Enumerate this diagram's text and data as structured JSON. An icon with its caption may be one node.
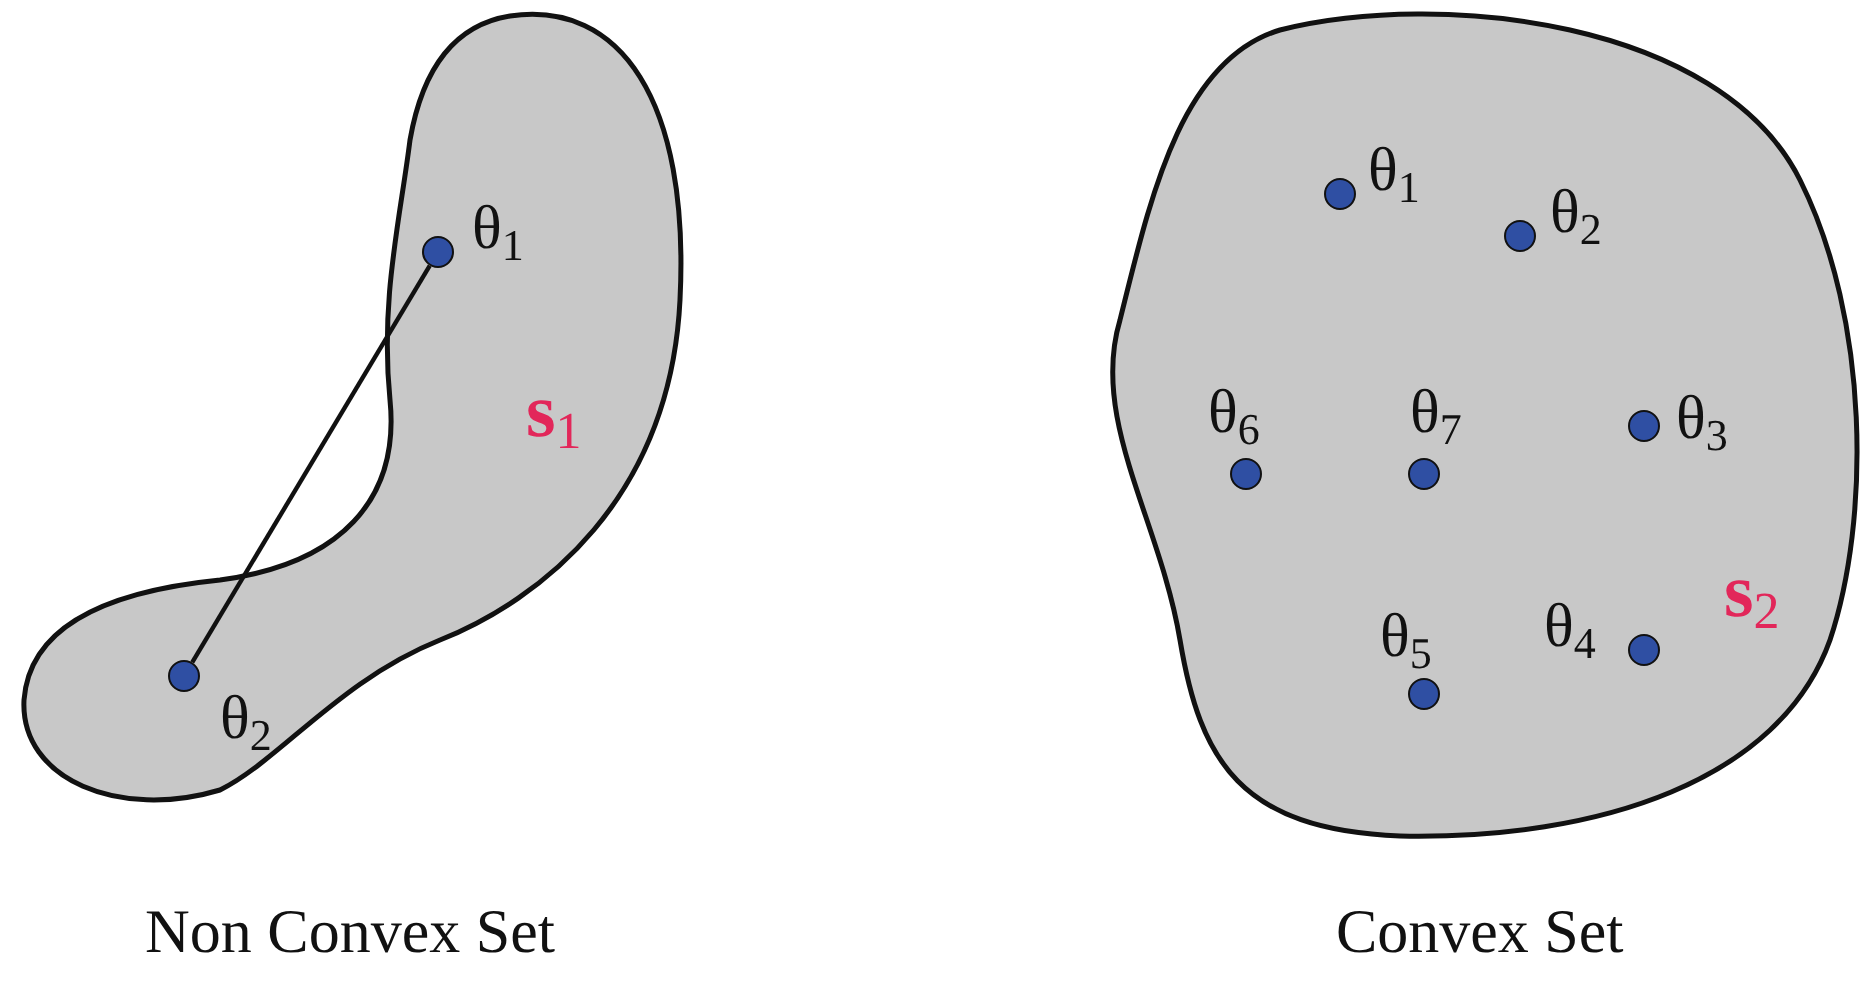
{
  "diagram": {
    "nodes": [
      {
        "text": [
          "**s**$_{1}$"
        ],
        "beside": [
          "Non Convex Set"
        ]
      },
      {
        "text": [],
        "shape": "circle",
        "in": 0,
        "beside": [
          "θ$_{1}$"
        ]
      },
      {
        "text": [],
        "shape": "circle",
        "in": 0,
        "beside": [
          "θ$_{2}$"
        ]
      },
      {
        "text": [
          "**s**$_{2}$"
        ],
        "beside": [
          "Convex Set"
        ]
      },
      {
        "text": [],
        "shape": "circle",
        "in": 3,
        "beside": [
          "θ$_{1}$"
        ]
      },
      {
        "text": [],
        "shape": "circle",
        "in": 3,
        "beside": [
          "θ$_{2}$"
        ]
      },
      {
        "text": [],
        "shape": "circle",
        "in": 3,
        "beside": [
          "θ$_{6}$"
        ]
      },
      {
        "text": [],
        "shape": "circle",
        "in": 3,
        "beside": [
          "θ$_{7}$"
        ]
      },
      {
        "text": [],
        "shape": "circle",
        "in": 3,
        "beside": [
          "θ$_{3}$"
        ]
      },
      {
        "text": [],
        "shape": "circle",
        "in": 3,
        "beside": [
          "θ$_{4}$"
        ]
      },
      {
        "text": [],
        "shape": "circle",
        "in": 3,
        "beside": [
          "θ$_{5}$"
        ]
      }
    ],
    "edges": [
      {
        "from": 1,
        "to": 2,
        "arrow": "none"
      }
    ]
  }
}
